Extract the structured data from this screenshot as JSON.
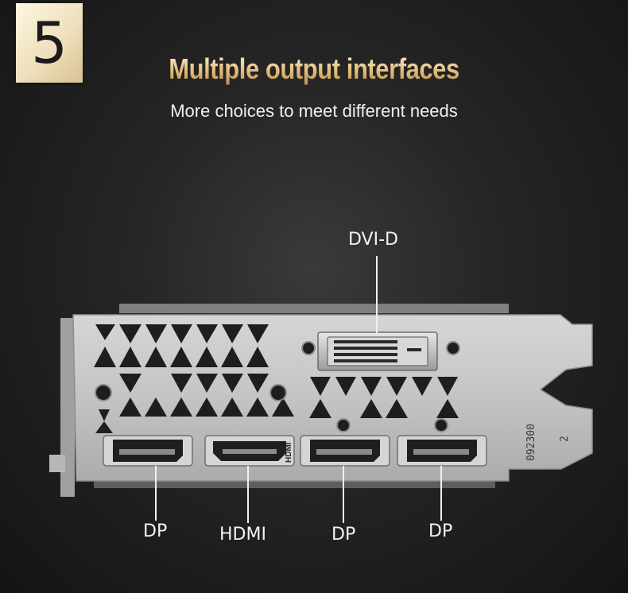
{
  "badge": {
    "number": "5"
  },
  "header": {
    "title": "Multiple output interfaces",
    "subtitle": "More choices to meet different needs"
  },
  "ports": {
    "dvi": "DVI-D",
    "dp1": "DP",
    "hdmi": "HDMI",
    "dp2": "DP",
    "dp3": "DP"
  },
  "bracket": {
    "engraving_code": "092300",
    "engraving_number": "2",
    "hdmi_mark": "HDMI"
  },
  "colors": {
    "accent_gold": "#e2bd7c",
    "badge_cream": "#efe0bd",
    "background": "#1b1b1b",
    "metal": "#c9cbcd"
  }
}
